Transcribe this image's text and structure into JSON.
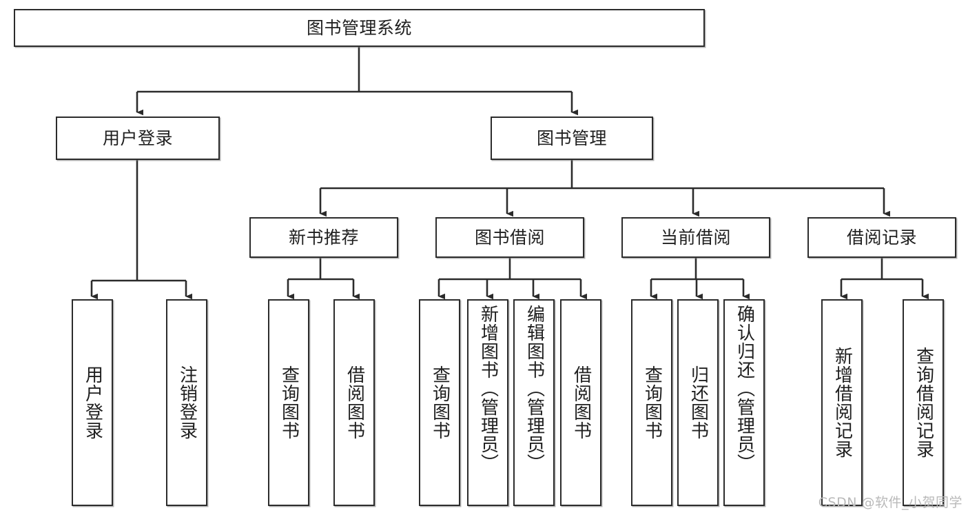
{
  "diagram": {
    "type": "tree",
    "title": "图书管理系统",
    "watermark": "CSDN @软件_小贺同学",
    "style": {
      "background": "#ffffff",
      "box_border": "#2b2b2b",
      "box_fill": "#ffffff",
      "edge_color": "#2b2b2b",
      "text_color": "#1f1f1f",
      "watermark_color": "#b9b9b9"
    },
    "nodes": {
      "root": {
        "label": "图书管理系统"
      },
      "level2": [
        {
          "id": "user_login",
          "label": "用户登录"
        },
        {
          "id": "book_manage",
          "label": "图书管理"
        }
      ],
      "level3": [
        {
          "id": "new_book_rec",
          "label": "新书推荐"
        },
        {
          "id": "book_borrow",
          "label": "图书借阅"
        },
        {
          "id": "current_borrow",
          "label": "当前借阅"
        },
        {
          "id": "borrow_record",
          "label": "借阅记录"
        }
      ],
      "leaves": {
        "user_login": [
          {
            "id": "leaf_user_login",
            "label": "用户登录"
          },
          {
            "id": "leaf_user_logout",
            "label": "注销登录"
          }
        ],
        "new_book_rec": [
          {
            "id": "leaf_query_book_1",
            "label": "查询图书"
          },
          {
            "id": "leaf_borrow_book_1",
            "label": "借阅图书"
          }
        ],
        "book_borrow": [
          {
            "id": "leaf_query_book_2",
            "label": "查询图书"
          },
          {
            "id": "leaf_add_book",
            "label": "新增图书（管理员）"
          },
          {
            "id": "leaf_edit_book",
            "label": "编辑图书（管理员）"
          },
          {
            "id": "leaf_borrow_book_2",
            "label": "借阅图书"
          }
        ],
        "current_borrow": [
          {
            "id": "leaf_query_book_3",
            "label": "查询图书"
          },
          {
            "id": "leaf_return_book",
            "label": "归还图书"
          },
          {
            "id": "leaf_confirm_return",
            "label": "确认归还（管理员）"
          }
        ],
        "borrow_record": [
          {
            "id": "leaf_add_record",
            "label": "新增借阅记录"
          },
          {
            "id": "leaf_query_record",
            "label": "查询借阅记录"
          }
        ]
      }
    }
  }
}
